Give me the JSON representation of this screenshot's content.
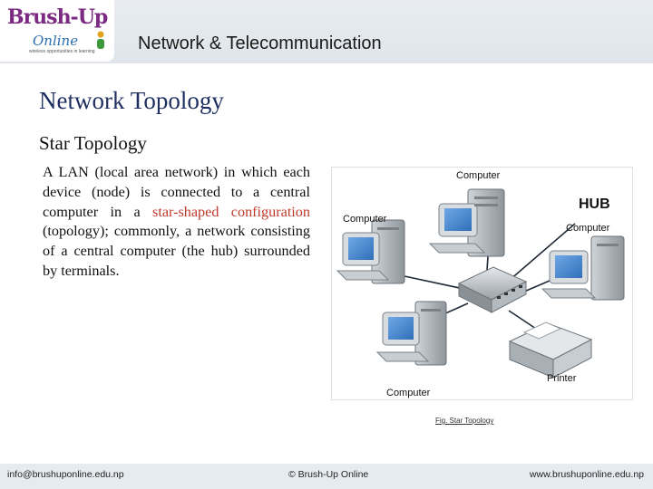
{
  "header": {
    "logo_brush": "Brush-Up",
    "logo_online": "Online",
    "logo_tagline": "wireless opportunities in learning",
    "title": "Network & Telecommunication"
  },
  "slide": {
    "heading": "Network Topology",
    "subheading": "Star Topology",
    "paragraph": {
      "part1": "A LAN (local area network) in which each device (node) is connected to a central computer in a ",
      "highlight": "star-shaped configuration",
      "part2": " (topology); commonly, a network consisting of a central computer (the hub) surrounded by terminals."
    },
    "highlight_color": "#c0392b"
  },
  "figure": {
    "labels": {
      "computer_top": "Computer",
      "hub": "HUB",
      "computer_left": "Computer",
      "computer_right": "Computer",
      "computer_bottom": "Computer",
      "printer": "Printer"
    },
    "caption": "Fig. Star Topology"
  },
  "footer": {
    "email": "info@brushuponline.edu.np",
    "copyright": "© Brush-Up Online",
    "website": "www.brushuponline.edu.np"
  }
}
